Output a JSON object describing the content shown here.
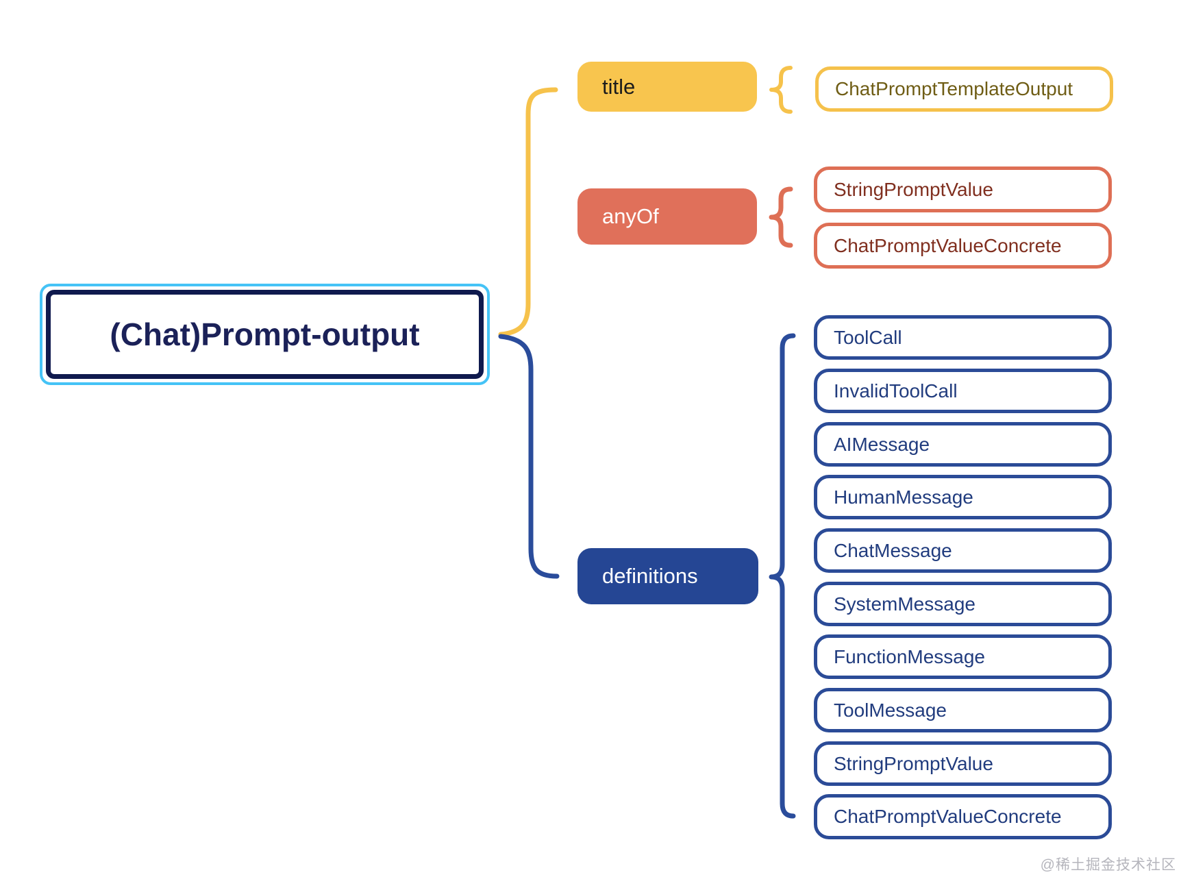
{
  "root": {
    "label": "(Chat)Prompt-output"
  },
  "branches": [
    {
      "key": "title",
      "label": "title",
      "accent": "#F8C54E",
      "children": [
        "ChatPromptTemplateOutput"
      ]
    },
    {
      "key": "anyOf",
      "label": "anyOf",
      "accent": "#E0705A",
      "children": [
        "StringPromptValue",
        "ChatPromptValueConcrete"
      ]
    },
    {
      "key": "definitions",
      "label": "definitions",
      "accent": "#254694",
      "children": [
        "ToolCall",
        "InvalidToolCall",
        "AIMessage",
        "HumanMessage",
        "ChatMessage",
        "SystemMessage",
        "FunctionMessage",
        "ToolMessage",
        "StringPromptValue",
        "ChatPromptValueConcrete"
      ]
    }
  ],
  "watermark": "@稀土掘金技术社区",
  "colors": {
    "background": "#FFFFFF",
    "root_outline": "#45C3F6",
    "root_border": "#0F1A4E",
    "root_text": "#1B2158",
    "yellow_fill": "#F8C54E",
    "yellow_border": "#F5C14B",
    "yellow_text": "#6F5D15",
    "coral_fill": "#E0705A",
    "coral_border": "#DE6F55",
    "coral_text": "#802F1F",
    "navy_fill": "#254694",
    "navy_border": "#2B4B97",
    "navy_text": "#213C7E",
    "watermark_text": "#B5B5BC"
  }
}
